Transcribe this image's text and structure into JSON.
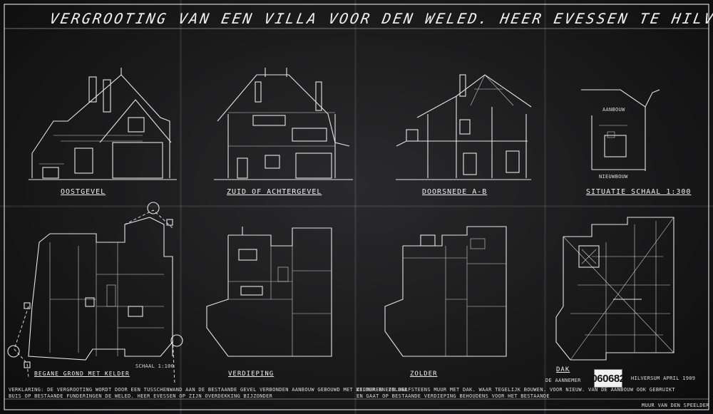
{
  "title": "VERGROOTING VAN EEN VILLA VOOR DEN WELED. HEER  EVESSEN TE HILVERSUM.",
  "labels": {
    "front": "OOSTGEVEL",
    "rear": "ZUID OF ACHTERGEVEL",
    "section": "DOORSNEDE A-B",
    "situation": "SITUATIE SCHAAL 1:300",
    "situation_sub": "NIEUWBOUW",
    "situation_plot": "AANBOUW",
    "ground_plan": "BEGANE GROND MET KELDER",
    "ground_sub": "SCHAAL 1:100",
    "first_floor": "VERDIEPING",
    "attic": "ZOLDER",
    "roof": "DAK"
  },
  "notes": {
    "left": "VERKLARING: DE VERGROOTING WORDT DOOR EEN TUSSCHENWAND AAN DE BESTAANDE GEVEL VERBONDEN   AANBOUW GEBOUWD MET KELDER EN ZOLDER",
    "left2": "BUIS  OP BESTAANDE FUNDERINGEN  DE WELED. HEER EVESSEN OP ZIJN OVERDEKKING BIJZONDER",
    "right": "ZIJMUREN EEN HALFSTEENS MUUR MET DAK. WAAR TEGELIJK BOUWEN. VOOR NIEUW. VAN DE AANBOUW OOK GEBRUIKT",
    "right2": "EN GAAT OP BESTAANDE VERDIEPING  BEHOUDENS VOOR HET BESTAANDE",
    "signature": "DE AANNEMER",
    "city_date": "HILVERSUM APRIL 1909",
    "wall_note": "MUUR VAN DEN SPEELDER"
  },
  "stamp": "060682",
  "colors": {
    "ink": "#e6e6e6",
    "paper": "#1a1a1b"
  }
}
